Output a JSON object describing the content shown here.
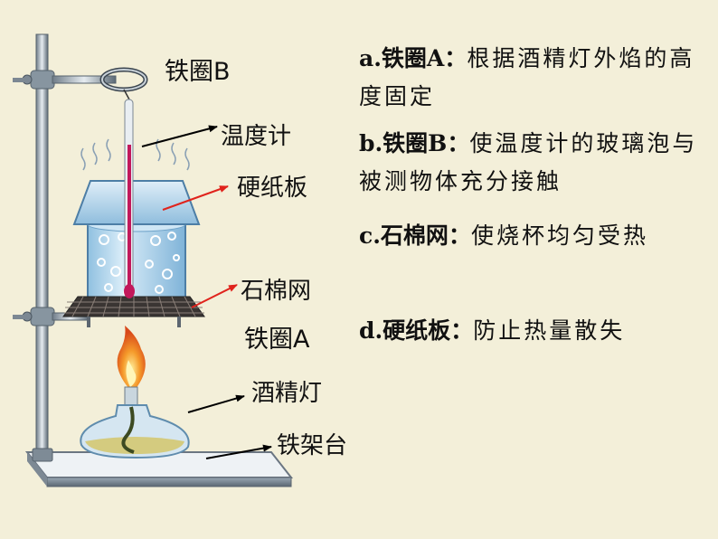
{
  "labels": {
    "ring_b": "铁圈B",
    "thermometer": "温度计",
    "cardboard": "硬纸板",
    "gauze": "石棉网",
    "ring_a": "铁圈A",
    "lamp": "酒精灯",
    "stand": "铁架台"
  },
  "notes": [
    {
      "key": "a.铁圈A：",
      "text": "根据酒精灯外焰的高度固定"
    },
    {
      "key": "b.铁圈B：",
      "text": "使温度计的玻璃泡与被测物体充分接触"
    },
    {
      "key": "c.石棉网：",
      "text": "使烧杯均匀受热"
    },
    {
      "key": "d.硬纸板：",
      "text": "防止热量散失"
    }
  ],
  "colors": {
    "background": "#f3efd9",
    "arrow_black": "#000000",
    "arrow_red": "#e0231c"
  }
}
